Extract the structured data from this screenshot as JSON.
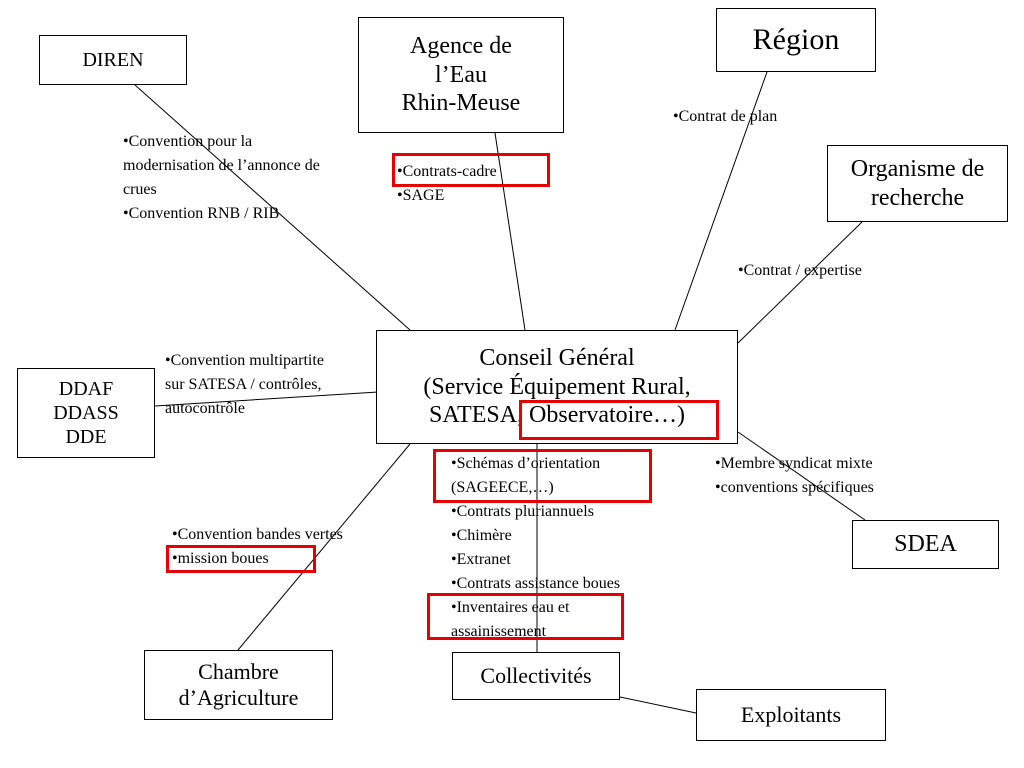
{
  "colors": {
    "line": "#000000",
    "highlight": "#e60000"
  },
  "nodes": {
    "diren": "DIREN",
    "agence": [
      "Agence de",
      "l’Eau",
      "Rhin-Meuse"
    ],
    "region": "Région",
    "organisme": [
      "Organisme de",
      "recherche"
    ],
    "conseil": [
      "Conseil Général",
      "(Service Équipement Rural,",
      "SATESA, Observatoire…)"
    ],
    "ddaf": [
      "DDAF",
      "DDASS",
      "DDE"
    ],
    "sdea": "SDEA",
    "chambre": [
      "Chambre",
      "d’Agriculture"
    ],
    "collectivites": "Collectivités",
    "exploitants": "Exploitants"
  },
  "annotations": {
    "diren": [
      "•Convention pour la modernisation de l’annonce de crues",
      "•Convention RNB / RIB"
    ],
    "agence": [
      "•Contrats-cadre",
      "•SAGE"
    ],
    "region": [
      "•Contrat de plan"
    ],
    "organisme": [
      "•Contrat / expertise"
    ],
    "ddaf": [
      "•Convention multipartite sur SATESA / contrôles, autocontrôle"
    ],
    "sdea": [
      "•Membre syndicat mixte",
      "•conventions spécifiques"
    ],
    "chambre": [
      "•Convention bandes vertes",
      "•mission boues"
    ],
    "collectivites": [
      "•Schémas d’orientation (SAGEECE,…)",
      "•Contrats pluriannuels",
      "•Chimère",
      "•Extranet",
      "•Contrats assistance boues",
      "•Inventaires eau et assainissement"
    ]
  }
}
